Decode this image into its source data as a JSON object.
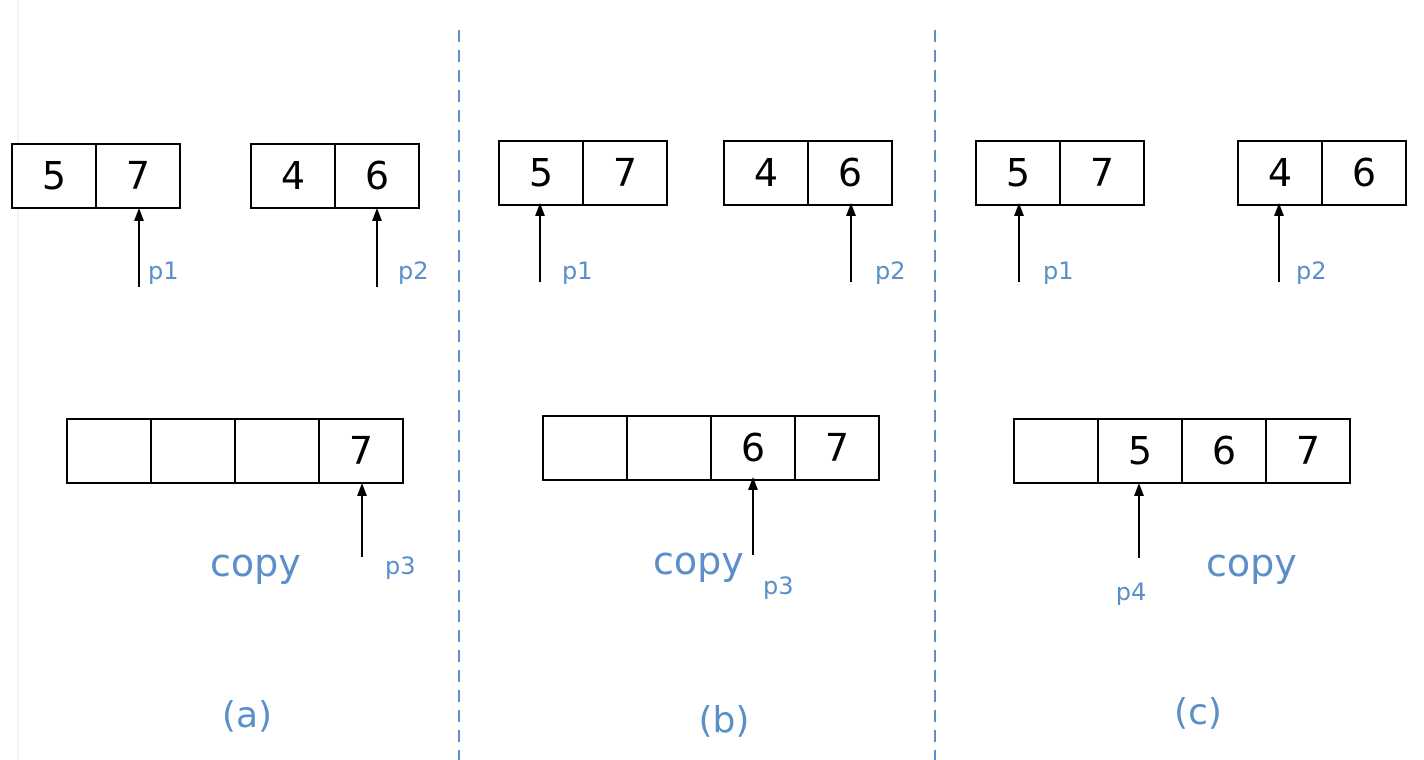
{
  "colors": {
    "accent": "#5b8fc9",
    "cell_border": "#000000",
    "background": "#ffffff"
  },
  "panels": [
    {
      "label": "(a)",
      "array1": [
        "5",
        "7"
      ],
      "array2": [
        "4",
        "6"
      ],
      "copy_array": [
        "",
        "",
        "",
        "7"
      ],
      "copy_label": "copy",
      "pointers": [
        {
          "label": "p1"
        },
        {
          "label": "p2"
        },
        {
          "label": "p3"
        }
      ]
    },
    {
      "label": "(b)",
      "array1": [
        "5",
        "7"
      ],
      "array2": [
        "4",
        "6"
      ],
      "copy_array": [
        "",
        "",
        "6",
        "7"
      ],
      "copy_label": "copy",
      "pointers": [
        {
          "label": "p1"
        },
        {
          "label": "p2"
        },
        {
          "label": "p3"
        }
      ]
    },
    {
      "label": "(c)",
      "array1": [
        "5",
        "7"
      ],
      "array2": [
        "4",
        "6"
      ],
      "copy_array": [
        "",
        "5",
        "6",
        "7"
      ],
      "copy_label": "copy",
      "pointers": [
        {
          "label": "p1"
        },
        {
          "label": "p2"
        },
        {
          "label": "p4"
        }
      ]
    }
  ]
}
